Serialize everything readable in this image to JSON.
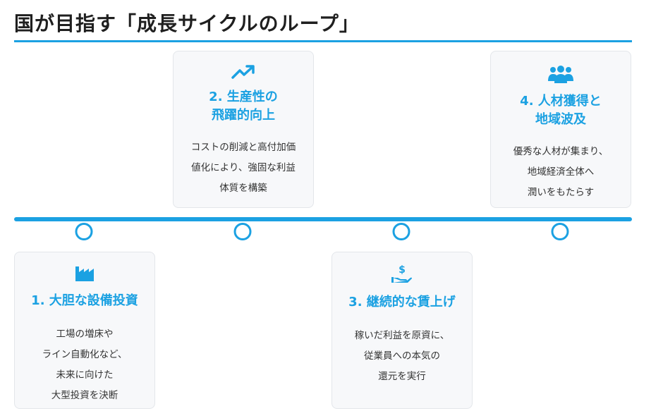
{
  "title": "国が目指す「成長サイクルのループ」",
  "accent_color": "#1ba1e2",
  "steps": [
    {
      "icon": "factory-icon",
      "title": "1. 大胆な設備投資",
      "desc": [
        "工場の増床や",
        "ライン自動化など、",
        "未来に向けた",
        "大型投資を決断"
      ]
    },
    {
      "icon": "trending-up-icon",
      "title": [
        "2. 生産性の",
        "飛躍的向上"
      ],
      "desc": [
        "コストの削減と高付加価",
        "値化により、強固な利益",
        "体質を構築"
      ]
    },
    {
      "icon": "dollar-hand-icon",
      "title": "3. 継続的な賃上げ",
      "desc": [
        "稼いだ利益を原資に、",
        "従業員への本気の",
        "還元を実行"
      ]
    },
    {
      "icon": "users-icon",
      "title": [
        "4. 人材獲得と",
        "地域波及"
      ],
      "desc": [
        "優秀な人材が集まり、",
        "地域経済全体へ",
        "潤いをもたらす"
      ]
    }
  ]
}
